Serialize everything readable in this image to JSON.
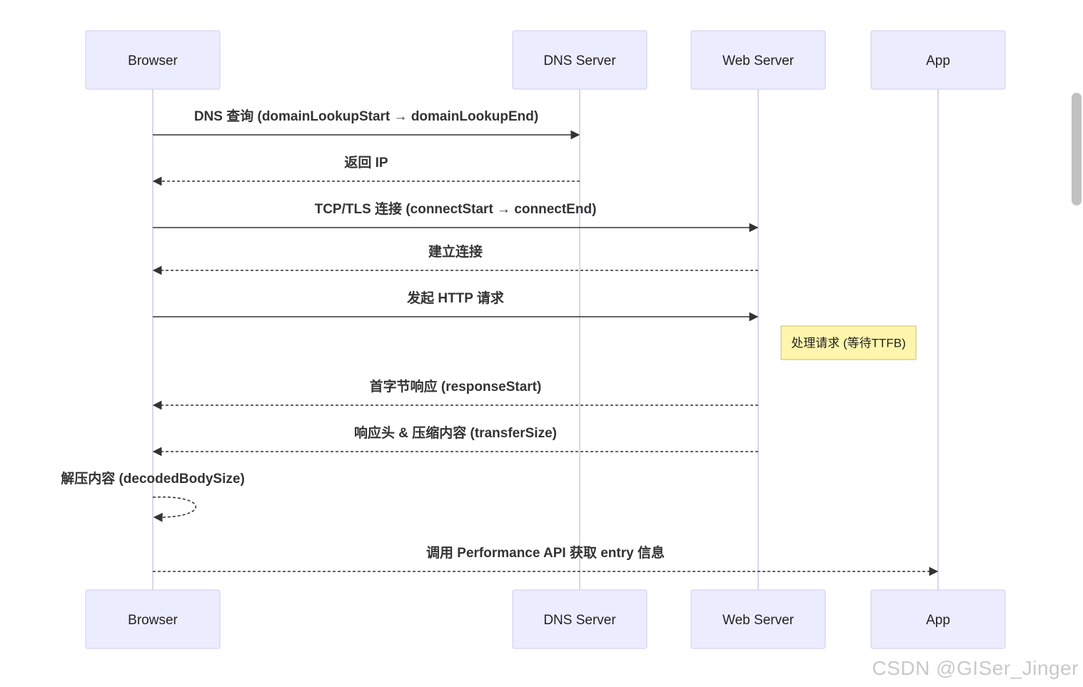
{
  "participants": [
    {
      "id": "browser",
      "label": "Browser"
    },
    {
      "id": "dns",
      "label": "DNS Server"
    },
    {
      "id": "web",
      "label": "Web Server"
    },
    {
      "id": "app",
      "label": "App"
    }
  ],
  "messages": [
    {
      "from": "browser",
      "to": "dns",
      "style": "solid",
      "label": "DNS 查询 (domainLookupStart → domainLookupEnd)"
    },
    {
      "from": "dns",
      "to": "browser",
      "style": "dashed",
      "label": "返回 IP"
    },
    {
      "from": "browser",
      "to": "web",
      "style": "solid",
      "label": "TCP/TLS 连接 (connectStart → connectEnd)"
    },
    {
      "from": "web",
      "to": "browser",
      "style": "dashed",
      "label": "建立连接"
    },
    {
      "from": "browser",
      "to": "web",
      "style": "solid",
      "label": "发起 HTTP 请求"
    },
    {
      "type": "note",
      "over": "web",
      "label": "处理请求 (等待TTFB)"
    },
    {
      "from": "web",
      "to": "browser",
      "style": "dashed",
      "label": "首字节响应 (responseStart)"
    },
    {
      "from": "web",
      "to": "browser",
      "style": "dashed",
      "label": "响应头 & 压缩内容 (transferSize)"
    },
    {
      "from": "browser",
      "to": "browser",
      "style": "dashed",
      "label": "解压内容 (decodedBodySize)"
    },
    {
      "from": "browser",
      "to": "app",
      "style": "dashed",
      "label": "调用 Performance API 获取 entry 信息"
    }
  ],
  "watermark": "CSDN @GISer_Jinger"
}
